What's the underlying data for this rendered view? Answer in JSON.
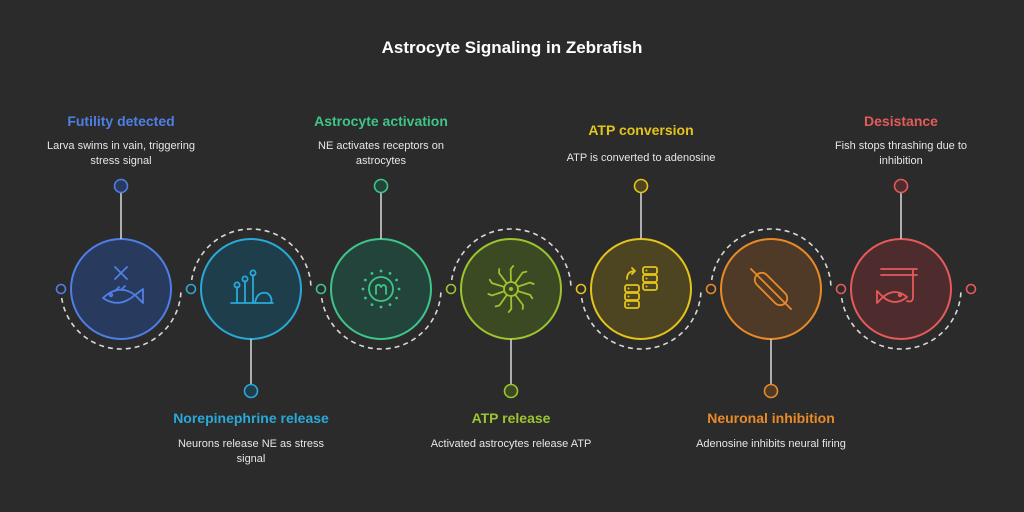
{
  "title": "Astrocyte Signaling in Zebrafish",
  "steps": [
    {
      "title": "Futility detected",
      "desc": "Larva swims in vain, triggering stress signal",
      "color": "#4f7fe6",
      "fill": "#283a5e",
      "icon": "cross-fish-icon",
      "pos": "top"
    },
    {
      "title": "Norepinephrine release",
      "desc": "Neurons release NE as stress signal",
      "color": "#29a9d8",
      "fill": "#1f3e4c",
      "icon": "neuron-release-icon",
      "pos": "bottom"
    },
    {
      "title": "Astrocyte activation",
      "desc": "NE activates receptors on astrocytes",
      "color": "#3ec58a",
      "fill": "#23443a",
      "icon": "activation-icon",
      "pos": "top"
    },
    {
      "title": "ATP release",
      "desc": "Activated astrocytes release ATP",
      "color": "#9dc42f",
      "fill": "#3c4a24",
      "icon": "astrocyte-icon",
      "pos": "bottom"
    },
    {
      "title": "ATP conversion",
      "desc": "ATP is converted to adenosine",
      "color": "#e3c41c",
      "fill": "#4d4521",
      "icon": "conversion-icon",
      "pos": "top"
    },
    {
      "title": "Neuronal inhibition",
      "desc": "Adenosine inhibits neural firing",
      "color": "#ea8a27",
      "fill": "#4e3a27",
      "icon": "inhibition-icon",
      "pos": "bottom"
    },
    {
      "title": "Desistance",
      "desc": "Fish stops thrashing due to inhibition",
      "color": "#e65a5a",
      "fill": "#4e2b2d",
      "icon": "fish-hook-icon",
      "pos": "top"
    }
  ]
}
